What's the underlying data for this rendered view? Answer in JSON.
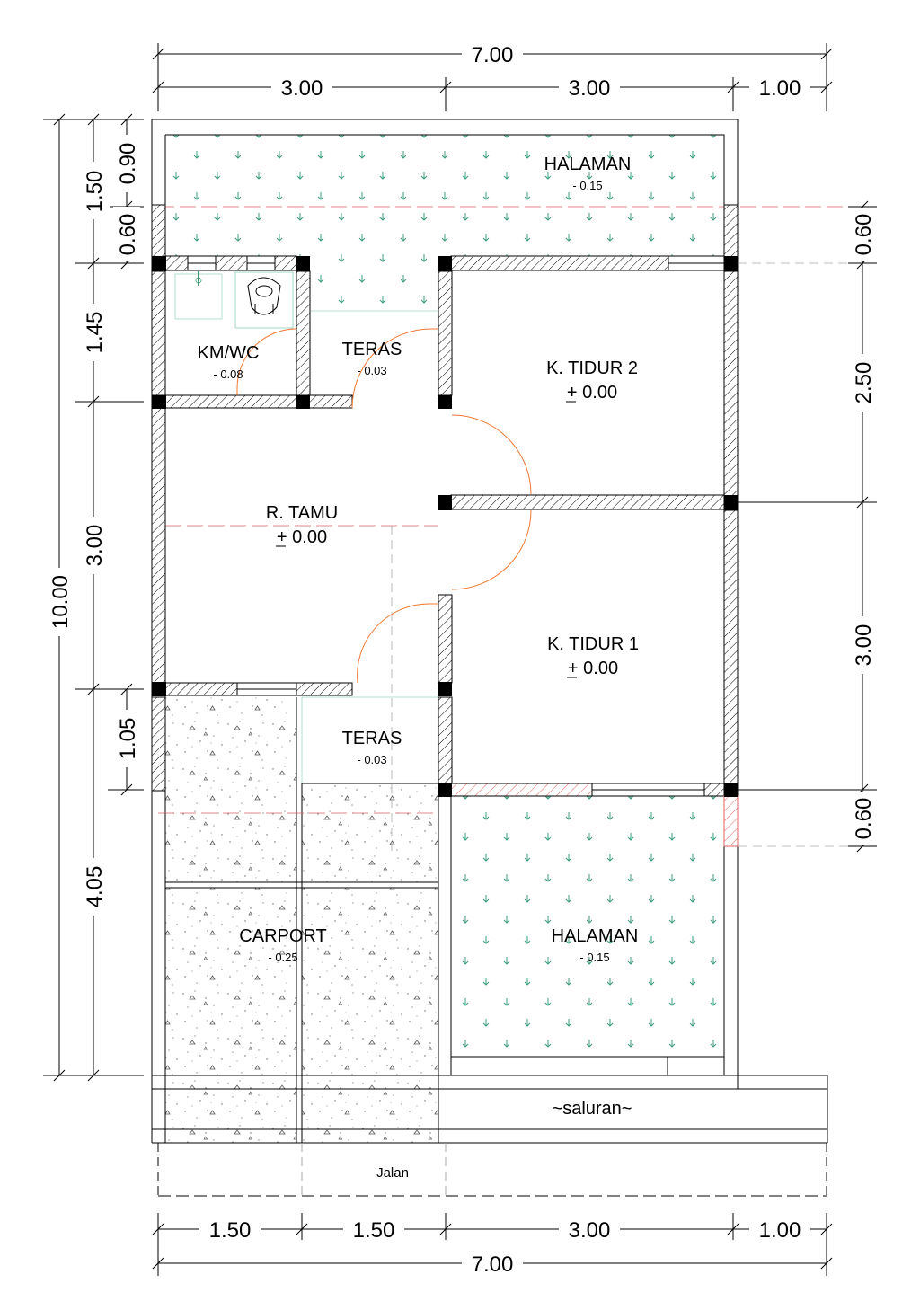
{
  "dimensions": {
    "top_total": "7.00",
    "top_segments": [
      "3.00",
      "3.00",
      "1.00"
    ],
    "bottom_segments": [
      "1.50",
      "1.50",
      "3.00",
      "1.00"
    ],
    "bottom_total": "7.00",
    "left_total": "10.00",
    "left_mid": [
      "1.50",
      "1.45",
      "3.00",
      "1.05",
      "4.05"
    ],
    "left_inner": [
      "0.90",
      "0.60"
    ],
    "right": [
      "0.60",
      "2.50",
      "3.00",
      "0.60"
    ]
  },
  "rooms": {
    "halaman_back": {
      "name": "HALAMAN",
      "level": "- 0.15"
    },
    "kmwc": {
      "name": "KM/WC",
      "level": "- 0.08"
    },
    "teras_back": {
      "name": "TERAS",
      "level": "- 0.03"
    },
    "tidur2": {
      "name": "K. TIDUR 2",
      "level": "+ 0.00"
    },
    "tamu": {
      "name": "R. TAMU",
      "level": "+ 0.00"
    },
    "tidur1": {
      "name": "K. TIDUR 1",
      "level": "+ 0.00"
    },
    "teras_front": {
      "name": "TERAS",
      "level": "- 0.03"
    },
    "carport": {
      "name": "CARPORT",
      "level": "- 0.25"
    },
    "halaman_front": {
      "name": "HALAMAN",
      "level": "- 0.15"
    }
  },
  "saluran": "~saluran~",
  "jalan": "Jalan",
  "colors": {
    "line": "#000000",
    "door": "#f07830",
    "grass": "#3c9c78",
    "centerline": "#e06060",
    "guide": "#a0d8c8"
  }
}
